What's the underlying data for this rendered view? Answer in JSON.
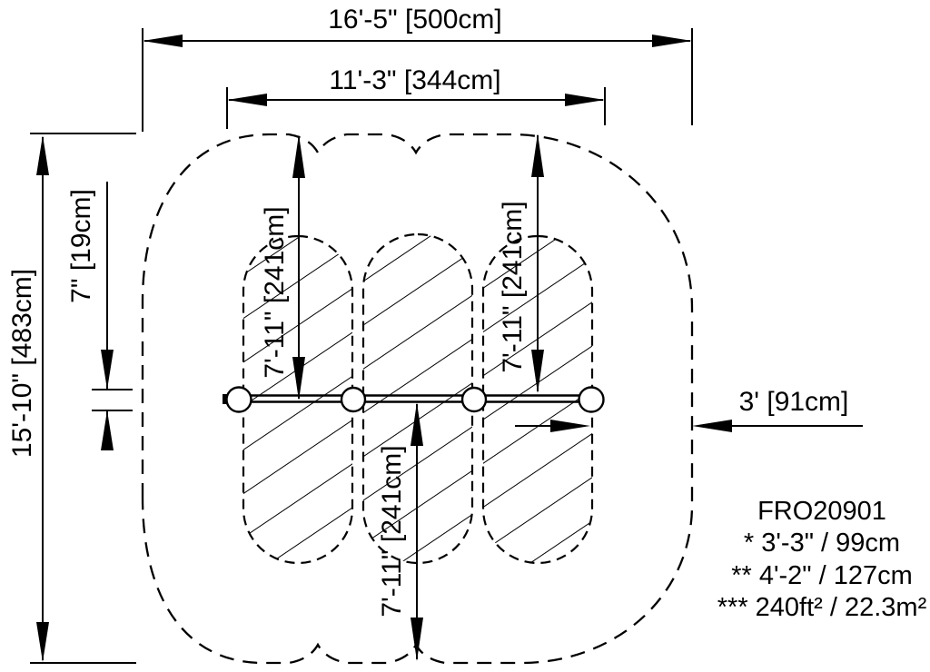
{
  "page": {
    "background": "#ffffff",
    "ink": "#000000"
  },
  "drawing": {
    "product_code": "FRO20901",
    "notes": [
      "* 3'-3\" / 99cm",
      "** 4'-2\" / 127cm",
      "*** 240ft² / 22.3m²"
    ],
    "dimensions": {
      "top_outer": "16'-5\" [500cm]",
      "top_inner": "11'-3\" [344cm]",
      "left_outer": "15'-10\" [483cm]",
      "left_inner": "7\" [19cm]",
      "zone_top_left": "7'-11\" [241cm]",
      "zone_top_right": "7'-11\" [241cm]",
      "zone_bottom": "7'-11\" [241cm]",
      "right_clearance": "3' [91cm]"
    }
  }
}
